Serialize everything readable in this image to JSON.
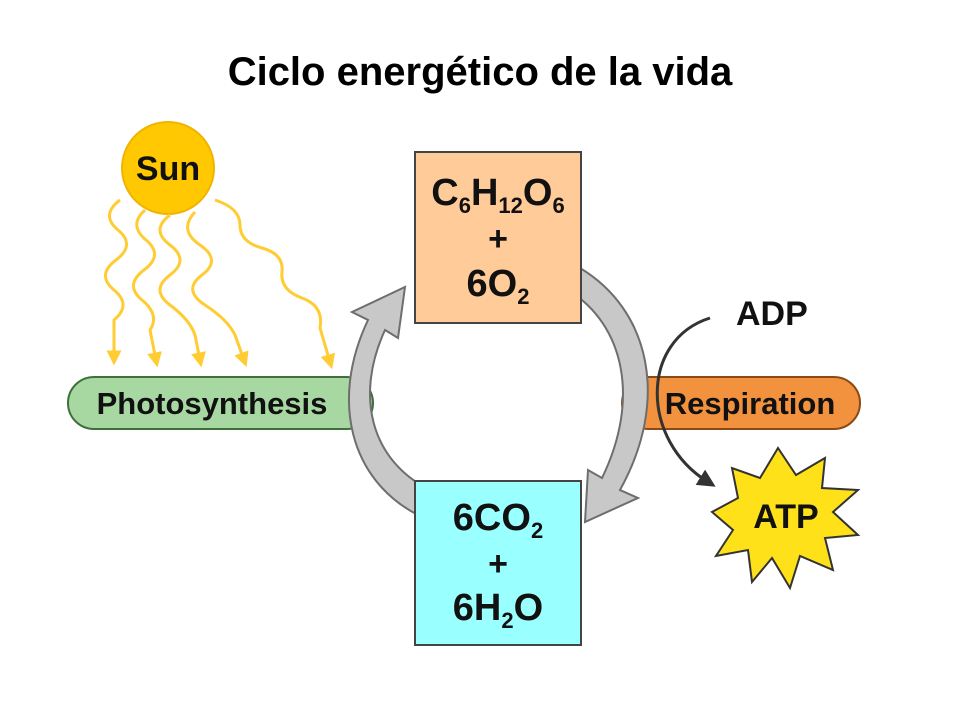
{
  "page": {
    "title": "Ciclo energético de la vida"
  },
  "sun": {
    "label": "Sun"
  },
  "processes": {
    "photosynthesis": {
      "label": "Photosynthesis",
      "color": "#a7d8a2"
    },
    "respiration": {
      "label": "Respiration",
      "color": "#f2923f"
    }
  },
  "box_top": {
    "line1_parts": [
      "C",
      "6",
      "H",
      "12",
      "O",
      "6"
    ],
    "plus": "+",
    "line2_coef": "6O",
    "line2_sub": "2",
    "color": "#ffcc99"
  },
  "box_bottom": {
    "line1_coef": "6CO",
    "line1_sub": "2",
    "plus": "+",
    "line2_parts": [
      "6H",
      "2",
      "O"
    ],
    "color": "#99ffff"
  },
  "energy": {
    "adp": "ADP",
    "atp": "ATP",
    "atp_color": "#ffe11a"
  },
  "colors": {
    "sun": "#ffc800",
    "ray": "#ffcc33",
    "cycle_arrow": "#c8c8c8"
  }
}
